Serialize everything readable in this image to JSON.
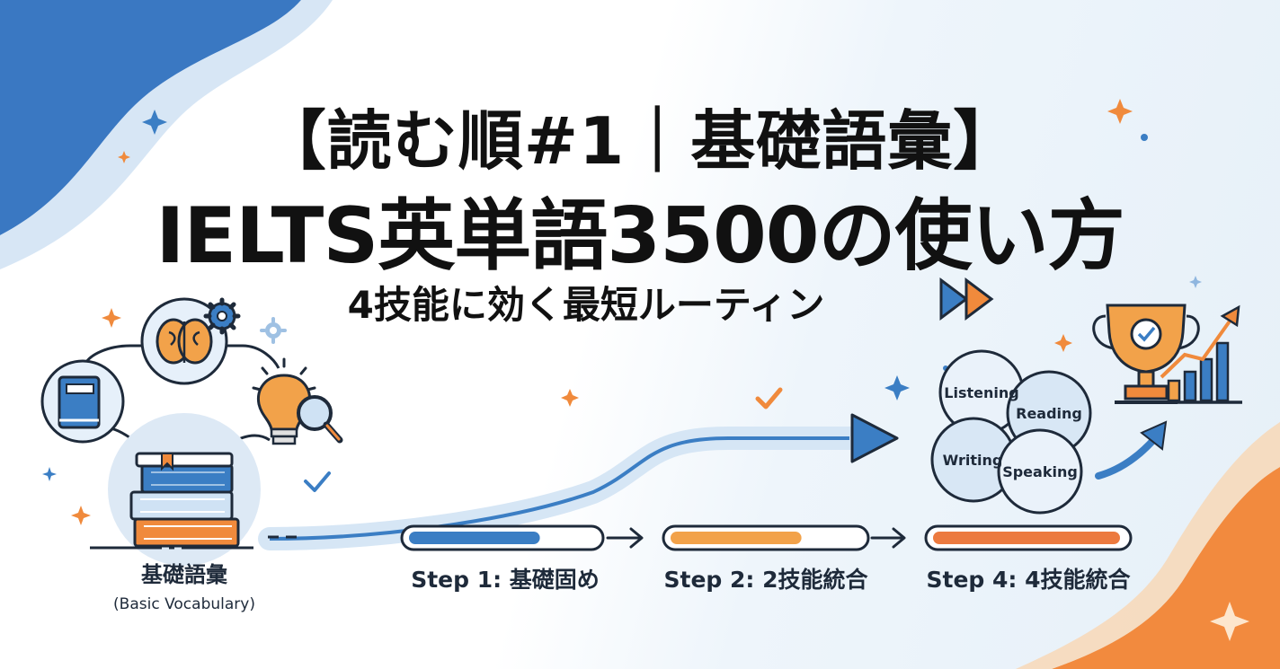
{
  "header": {
    "title_line1": "【読む順#1｜基礎語彙】",
    "title_line2": "IELTS英単語3500の使い方",
    "subtitle": "4技能に効く最短ルーティン"
  },
  "vocab": {
    "label_jp": "基礎語彙",
    "label_en": "(Basic Vocabulary)"
  },
  "steps": [
    {
      "label": "Step 1: 基礎固め",
      "fill_fraction": 0.7,
      "color": "#3b7ec4"
    },
    {
      "label": "Step 2: 2技能統合",
      "fill_fraction": 0.7,
      "color": "#f2a24a"
    },
    {
      "label": "Step 4: 4技能統合",
      "fill_fraction": 1.0,
      "color": "#ec7a3f"
    }
  ],
  "skills": [
    "Listening",
    "Reading",
    "Writing",
    "Speaking"
  ],
  "icons": {
    "book": "book-icon",
    "brain": "brain-icon",
    "gear": "gear-icon",
    "bulb": "lightbulb-icon",
    "magnifier": "magnifier-icon",
    "books": "book-stack-icon",
    "trophy": "trophy-icon",
    "growth": "growth-chart-icon",
    "check": "check-icon",
    "sparkle": "sparkle-icon",
    "arrow": "double-chevron-icon"
  },
  "colors": {
    "blue": "#3b7ec4",
    "orange": "#ec7a3f",
    "light_orange": "#f2a24a",
    "navy": "#1e2a3a"
  }
}
